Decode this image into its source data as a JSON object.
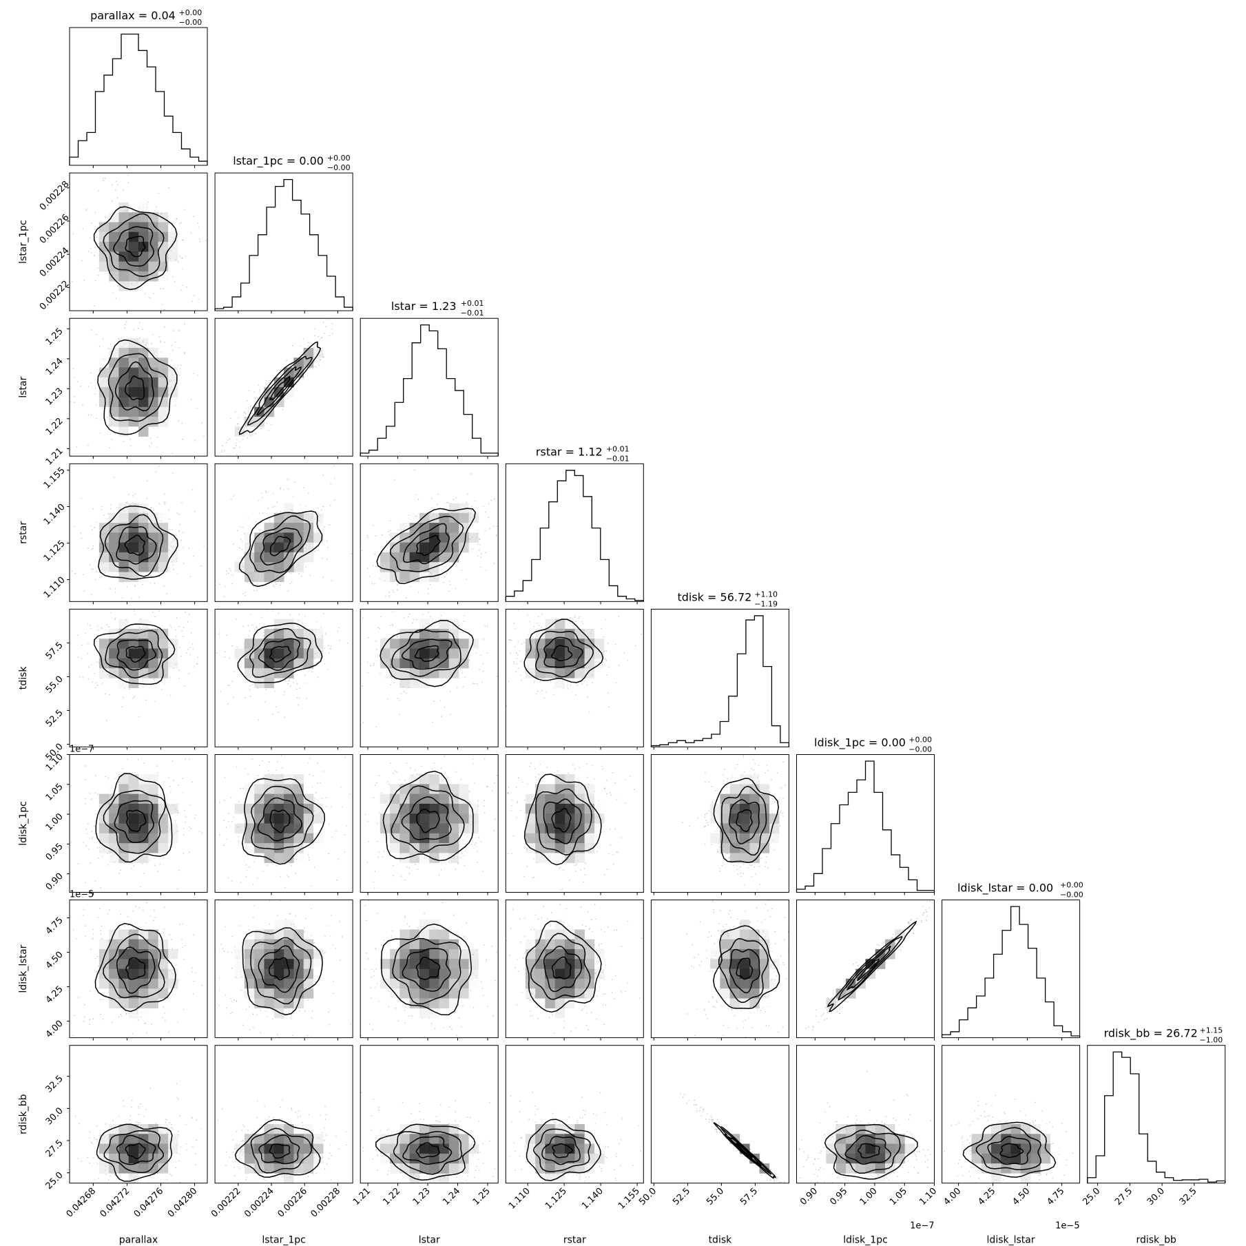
{
  "chart_data": {
    "type": "corner",
    "parameters": [
      {
        "key": "parallax",
        "label": "parallax",
        "range": [
          0.042652,
          0.042815
        ],
        "ticks": [
          0.04268,
          0.04272,
          0.04276,
          0.0428
        ],
        "tick_labels": [
          "0.04268",
          "0.04272",
          "0.04276",
          "0.04280"
        ],
        "offset": "",
        "title": {
          "main": "parallax = 0.04",
          "sup": "+0.00",
          "sub": "−0.00"
        },
        "hist": [
          1,
          3,
          4,
          9,
          11,
          13,
          16,
          16,
          14,
          12,
          9,
          6,
          4,
          2,
          1,
          0.5
        ]
      },
      {
        "key": "lstar_1pc",
        "label": "lstar_1pc",
        "range": [
          0.002206,
          0.002289
        ],
        "ticks": [
          0.00222,
          0.00224,
          0.00226,
          0.00228
        ],
        "tick_labels": [
          "0.00222",
          "0.00224",
          "0.00226",
          "0.00228"
        ],
        "offset": "",
        "title": {
          "main": "lstar_1pc = 0.00",
          "sup": "+0.00",
          "sub": "−0.00"
        },
        "hist": [
          0.3,
          0.5,
          2,
          4,
          8,
          11,
          15,
          18,
          19,
          16,
          14,
          11,
          8,
          5,
          2,
          0.5
        ]
      },
      {
        "key": "lstar",
        "label": "lstar",
        "range": [
          1.2075,
          1.2535
        ],
        "ticks": [
          1.21,
          1.22,
          1.23,
          1.24,
          1.25
        ],
        "tick_labels": [
          "1.21",
          "1.22",
          "1.23",
          "1.24",
          "1.25"
        ],
        "offset": "",
        "title": {
          "main": "lstar = 1.23",
          "sup": "+0.01",
          "sub": "−0.01"
        },
        "hist": [
          0.5,
          1,
          3,
          5,
          9,
          13,
          19,
          22,
          21,
          18,
          13,
          11,
          7,
          3,
          0.5,
          0.5
        ]
      },
      {
        "key": "rstar",
        "label": "rstar",
        "range": [
          1.101,
          1.1576
        ],
        "ticks": [
          1.11,
          1.125,
          1.14,
          1.155
        ],
        "tick_labels": [
          "1.110",
          "1.125",
          "1.140",
          "1.155"
        ],
        "offset": "",
        "title": {
          "main": "rstar = 1.12",
          "sup": "+0.01",
          "sub": "−0.01"
        },
        "hist": [
          1,
          2,
          4,
          8,
          14,
          19,
          23,
          25,
          24,
          20,
          14,
          8,
          3,
          1,
          0.5,
          0.2
        ]
      },
      {
        "key": "tdisk",
        "label": "tdisk",
        "range": [
          49.8,
          60.0
        ],
        "ticks": [
          50.0,
          52.5,
          55.0,
          57.5
        ],
        "tick_labels": [
          "50.0",
          "52.5",
          "55.0",
          "57.5"
        ],
        "offset": "",
        "title": {
          "main": "tdisk = 56.72",
          "sup": "+1.10",
          "sub": "−1.19"
        },
        "hist": [
          0.3,
          0.5,
          1,
          1.5,
          1,
          1.5,
          2,
          3,
          6,
          12,
          22,
          30,
          31,
          19,
          5,
          1
        ]
      },
      {
        "key": "ldisk_1pc",
        "label": "ldisk_1pc",
        "range": [
          8.69e-08,
          1.1e-07
        ],
        "ticks": [
          9e-08,
          9.5e-08,
          1e-07,
          1.05e-07,
          1.1e-07
        ],
        "tick_labels": [
          "0.90",
          "0.95",
          "1.00",
          "1.05",
          "1.10"
        ],
        "offset": "1e−7",
        "title": {
          "main": "ldisk_1pc = 0.00",
          "sup": "+0.00",
          "sub": "−0.00"
        },
        "hist": [
          0.5,
          1,
          3,
          7,
          11,
          14,
          16,
          18,
          21,
          16,
          10,
          6,
          4,
          2,
          0.3,
          0.3
        ]
      },
      {
        "key": "ldisk_lstar",
        "label": "ldisk_lstar",
        "range": [
          3.88e-05,
          4.88e-05
        ],
        "ticks": [
          4e-05,
          4.25e-05,
          4.5e-05,
          4.75e-05
        ],
        "tick_labels": [
          "4.00",
          "4.25",
          "4.50",
          "4.75"
        ],
        "offset": "1e−5",
        "title": {
          "main": "ldisk_lstar = 0.00",
          "sup": "+0.00",
          "sub": "−0.00"
        },
        "hist": [
          0.5,
          1,
          3,
          5,
          7,
          10,
          14,
          18,
          22,
          19,
          15,
          10,
          6,
          2,
          1,
          0.3
        ]
      },
      {
        "key": "rdisk_bb",
        "label": "rdisk_bb",
        "range": [
          24.2,
          34.9
        ],
        "ticks": [
          25.0,
          27.5,
          30.0,
          32.5
        ],
        "tick_labels": [
          "25.0",
          "27.5",
          "30.0",
          "32.5"
        ],
        "offset": "",
        "title": {
          "main": "rdisk_bb = 26.72",
          "sup": "+1.15",
          "sub": "−1.00"
        },
        "hist": [
          1,
          5,
          16,
          24,
          23,
          20,
          9,
          4,
          2,
          1,
          0.5,
          0.6,
          0.6,
          0.7,
          0.2,
          0.4
        ]
      }
    ],
    "correlations": [
      [
        1,
        0,
        0,
        0,
        0,
        0,
        0,
        0
      ],
      [
        0,
        1,
        0.95,
        0.5,
        0.3,
        0,
        0,
        0
      ],
      [
        0,
        0.95,
        1,
        0.5,
        0.2,
        0,
        0,
        0
      ],
      [
        0,
        0.5,
        0.5,
        1,
        0,
        0,
        0,
        0
      ],
      [
        0,
        0.3,
        0.2,
        0,
        1,
        0,
        0,
        -0.99
      ],
      [
        0,
        0,
        0,
        0,
        0,
        1,
        0.98,
        0
      ],
      [
        0,
        0,
        0,
        0,
        0,
        0.98,
        1,
        0
      ],
      [
        0,
        0,
        0,
        0,
        -0.99,
        0,
        0,
        1
      ]
    ],
    "means": [
      0.04273,
      0.002245,
      1.23,
      1.124,
      56.72,
      9.9e-08,
      4.38e-05,
      26.72
    ],
    "sigmas": [
      2.2e-05,
      1.18e-05,
      0.0075,
      0.0075,
      1.1,
      3.5e-09,
      1.5e-06,
      1.05
    ],
    "contour_levels": [
      "0.5σ",
      "1σ",
      "1.5σ",
      "2σ"
    ],
    "grid": false,
    "legend": "none"
  }
}
